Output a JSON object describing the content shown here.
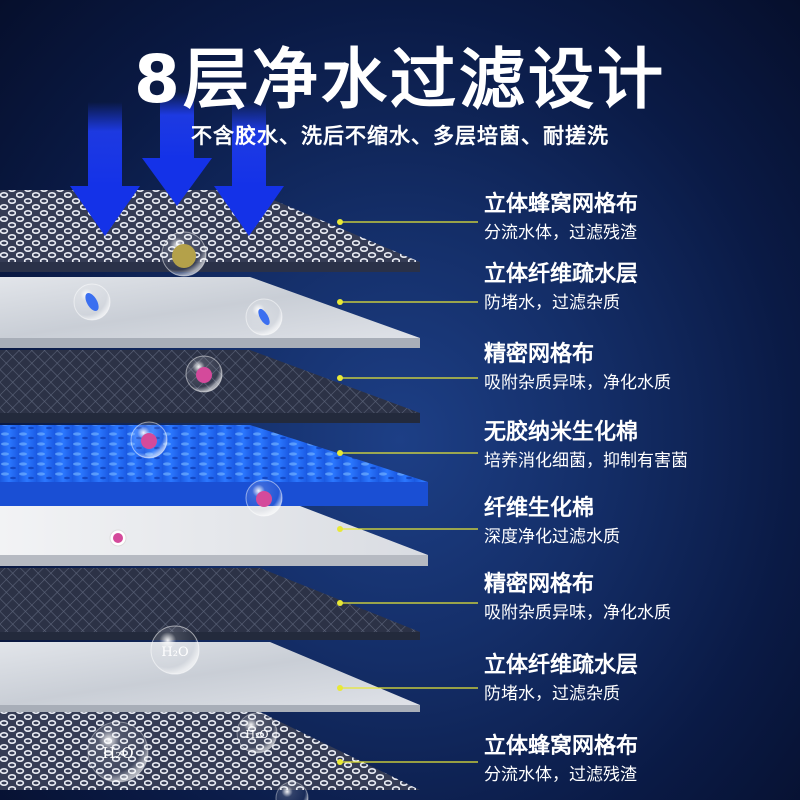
{
  "header": {
    "title": "8层净水过滤设计",
    "subtitle": "不含胶水、洗后不缩水、多层培菌、耐搓洗"
  },
  "layers": [
    {
      "name": "立体蜂窝网格布",
      "desc": "分流水体，过滤残渣",
      "type": "honeycomb"
    },
    {
      "name": "立体纤维疏水层",
      "desc": "防堵水，过滤杂质",
      "type": "fiber"
    },
    {
      "name": "精密网格布",
      "desc": "吸附杂质异味，净化水质",
      "type": "dark-mesh"
    },
    {
      "name": "无胶纳米生化棉",
      "desc": "培养消化细菌，抑制有害菌",
      "type": "blue-foam"
    },
    {
      "name": "纤维生化棉",
      "desc": "深度净化过滤水质",
      "type": "white-cotton"
    },
    {
      "name": "精密网格布",
      "desc": "吸附杂质异味，净化水质",
      "type": "dark-mesh"
    },
    {
      "name": "立体纤维疏水层",
      "desc": "防堵水，过滤杂质",
      "type": "fiber"
    },
    {
      "name": "立体蜂窝网格布",
      "desc": "分流水体，过滤残渣",
      "type": "honeycomb"
    }
  ],
  "bubbles": [
    {
      "text": "H₂O"
    },
    {
      "text": "H₂O"
    },
    {
      "text": "H₂O"
    }
  ],
  "colors": {
    "accent_line": "#e8e836",
    "arrow": "#1f3df2",
    "text": "#ffffff"
  }
}
